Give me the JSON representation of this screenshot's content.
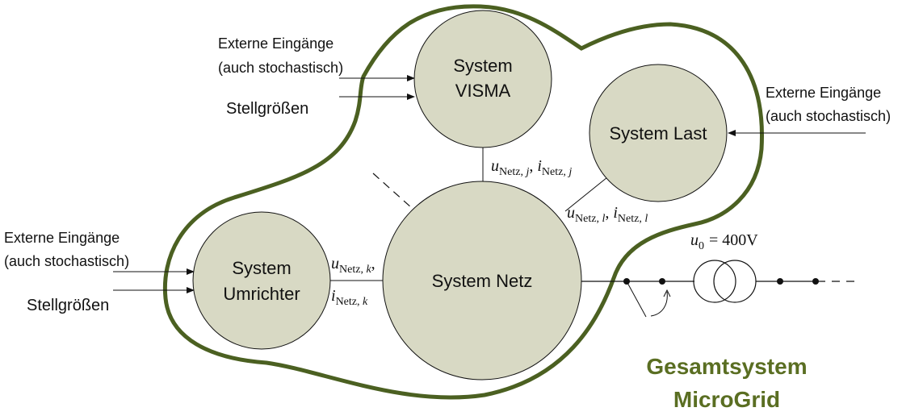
{
  "colors": {
    "boundary": "#4b6021",
    "node_fill": "#d8d9c4",
    "node_stroke": "#111111",
    "title": "#5a6e22"
  },
  "nodes": {
    "visma": {
      "line1": "System",
      "line2": "VISMA"
    },
    "last": {
      "label": "System Last"
    },
    "umrichter": {
      "line1": "System",
      "line2": "Umrichter"
    },
    "netz": {
      "label": "System Netz"
    }
  },
  "inputs": {
    "visma_ext_line1": "Externe Eingänge",
    "visma_ext_line2": "(auch stochastisch)",
    "visma_ctrl": "Stellgrößen",
    "last_ext_line1": "Externe Eingänge",
    "last_ext_line2": "(auch stochastisch)",
    "umr_ext_line1": "Externe Eingänge",
    "umr_ext_line2": "(auch stochastisch)",
    "umr_ctrl": "Stellgrößen"
  },
  "signals": {
    "u": "u",
    "i": "i",
    "netz": "Netz",
    "j": "j",
    "l": "l",
    "k": "k",
    "u0": "u",
    "u0_sub": "0",
    "u0_value": "= 400V"
  },
  "title": {
    "line1": "Gesamtsystem",
    "line2": "MicroGrid"
  }
}
